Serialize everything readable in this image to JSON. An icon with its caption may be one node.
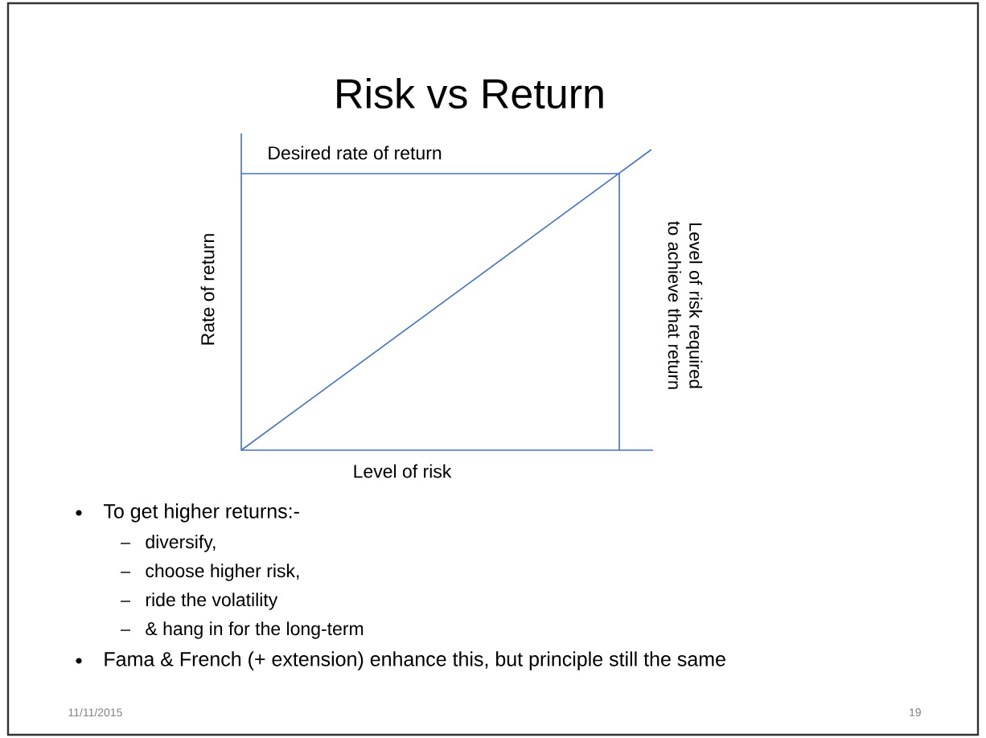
{
  "diagram": {
    "title": "Risk vs Return",
    "labels": [
      "Desired rate of return",
      "Rate of return",
      "Level of risk required to achieve that return",
      "Level of risk",
      "To get higher returns:-",
      "diversify,",
      "choose higher risk,",
      "ride the volatility",
      "& hang in for the long-term",
      "Fama & French (+ extension) enhance this, but principle still the same",
      "11/11/2015",
      "19"
    ]
  }
}
